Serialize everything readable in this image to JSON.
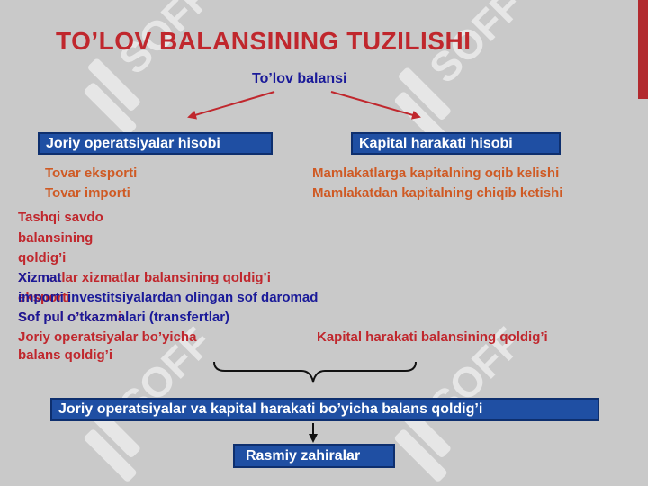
{
  "title": "TO’LOV BALANSINING TUZILISHI",
  "root": "To’lov balansi",
  "left_branch": {
    "label": "Joriy operatsiyalar hisobi",
    "items": [
      "Tovar eksporti",
      "Tovar importi"
    ]
  },
  "right_branch": {
    "label": "Kapital harakati hisobi",
    "items": [
      "Mamlakatlarga kapitalning oqib kelishi",
      "Mamlakatdan kapitalning chiqib ketishi"
    ]
  },
  "left_details": {
    "trade_balance": [
      "Tashqi savdo",
      "balansining",
      "qoldig’i"
    ],
    "overlap_red_1": "Xizmatlar  xizmatlar balansining qoldig’i",
    "overlap_red_2": "eksporti",
    "overlap_red_3": "Sof pul o’tkazmi",
    "overlap_navy_1": "Xizmat",
    "overlap_navy_2": "importi investitsiyalardan olingan sof daromad",
    "overlap_navy_3": "Sof pul o’tkazmalari (transfertlar)",
    "current_balance": [
      "Joriy operatsiyalar bo’yicha",
      "balans qoldig’i"
    ]
  },
  "right_details": {
    "capital_balance": "Kapital harakati balansining qoldig’i"
  },
  "combined_balance": "Joriy operatsiyalar va kapital harakati bo’yicha balans qoldig’i",
  "final": "Rasmiy zahiralar",
  "watermark_text": "SOFF",
  "colors": {
    "title": "#c0272d",
    "navy_text": "#1a1a99",
    "orange_text": "#cf5a24",
    "box_fill": "#1f4fa3",
    "background": "#c9c9c9",
    "watermark": "#ffffff"
  }
}
